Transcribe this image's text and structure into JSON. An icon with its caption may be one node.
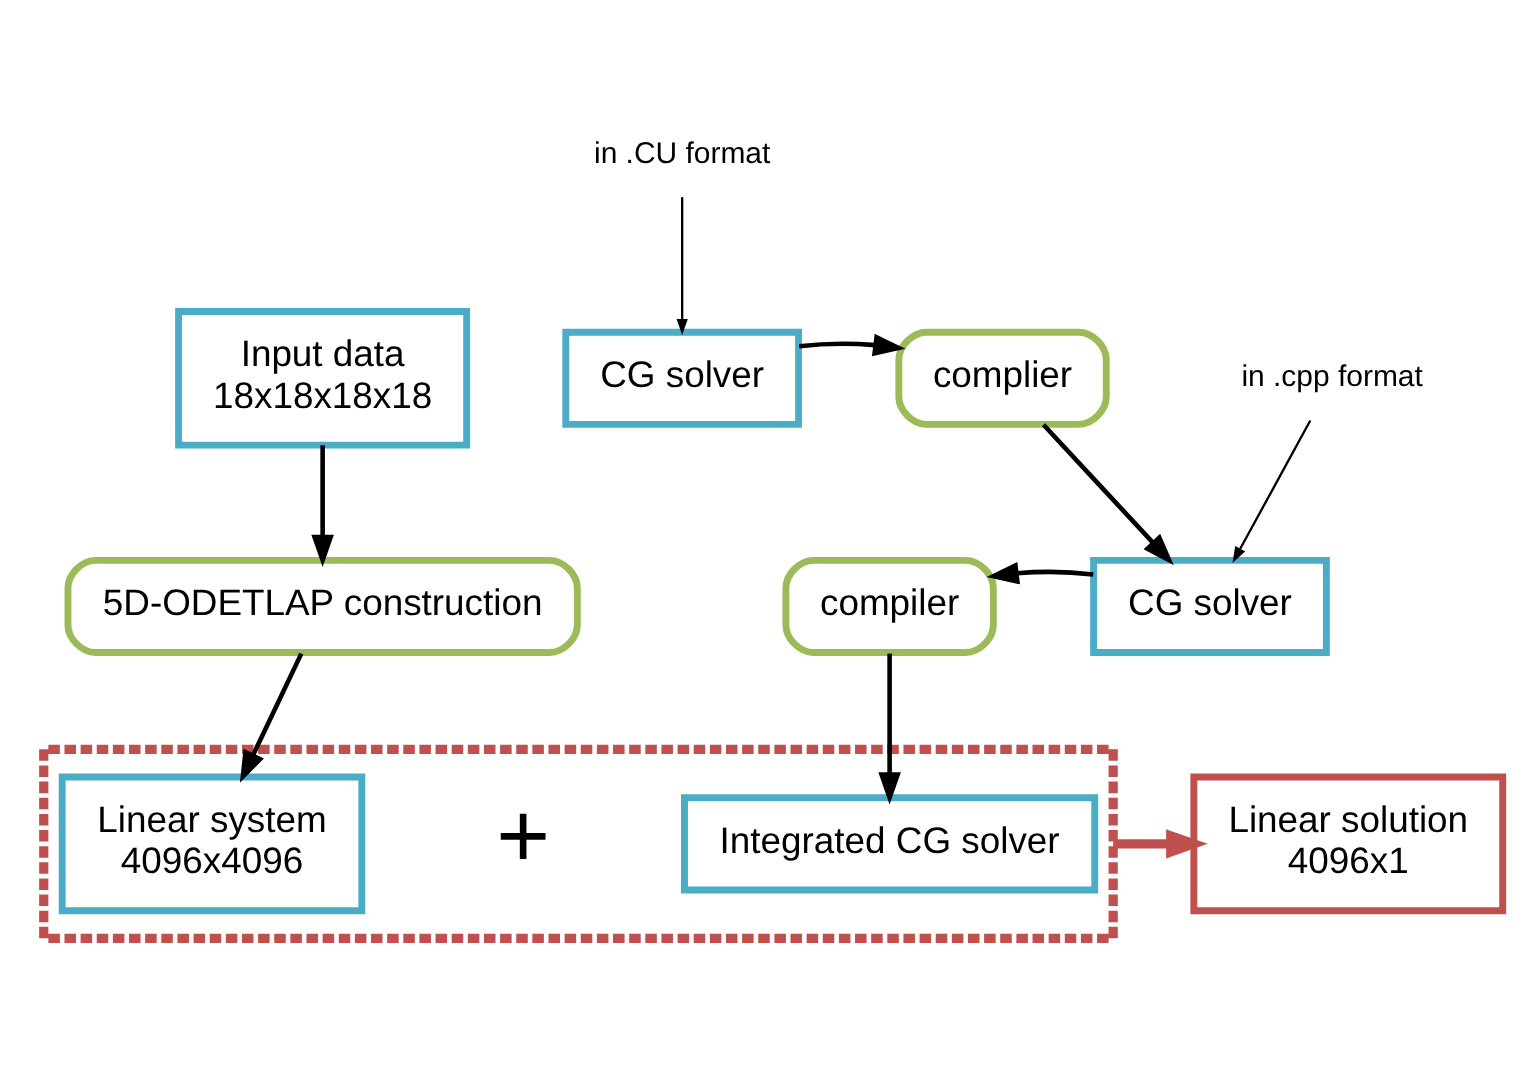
{
  "diagram": {
    "nodes": [
      {
        "text": [
          "Input data",
          "18x18x18x18"
        ]
      },
      {
        "text": [
          "CG solver"
        ]
      },
      {
        "text": [
          "complier"
        ]
      },
      {
        "text": [
          "5D-ODETLAP construction"
        ]
      },
      {
        "text": [
          "compiler"
        ]
      },
      {
        "text": [
          "CG solver"
        ]
      },
      {
        "text": [],
        "shape": "box"
      },
      {
        "text": [
          "Linear system",
          "4096x4096"
        ],
        "in": 6
      },
      {
        "text": [
          "Integrated CG solver"
        ],
        "in": 6
      },
      {
        "text": [
          "Linear solution",
          "4096x1"
        ]
      },
      {
        "text": [
          "in .CU format"
        ]
      },
      {
        "text": [
          "in .cpp format"
        ]
      }
    ],
    "edges": [
      {
        "from": 0,
        "to": 3,
        "arrow": "to"
      },
      {
        "from": 1,
        "to": 2,
        "arrow": "to"
      },
      {
        "from": 2,
        "to": 5,
        "arrow": "to"
      },
      {
        "from": 5,
        "to": 4,
        "arrow": "to"
      },
      {
        "from": 3,
        "to": 7,
        "arrow": "to"
      },
      {
        "from": 4,
        "to": 8,
        "arrow": "to"
      },
      {
        "from": 6,
        "to": 9,
        "arrow": "to",
        "color": "#c0504d",
        "style": "thick"
      },
      {
        "from": 10,
        "to": 1,
        "arrow": "to"
      },
      {
        "from": 11,
        "to": 5,
        "arrow": "to"
      }
    ],
    "labels": [
      "+"
    ]
  }
}
